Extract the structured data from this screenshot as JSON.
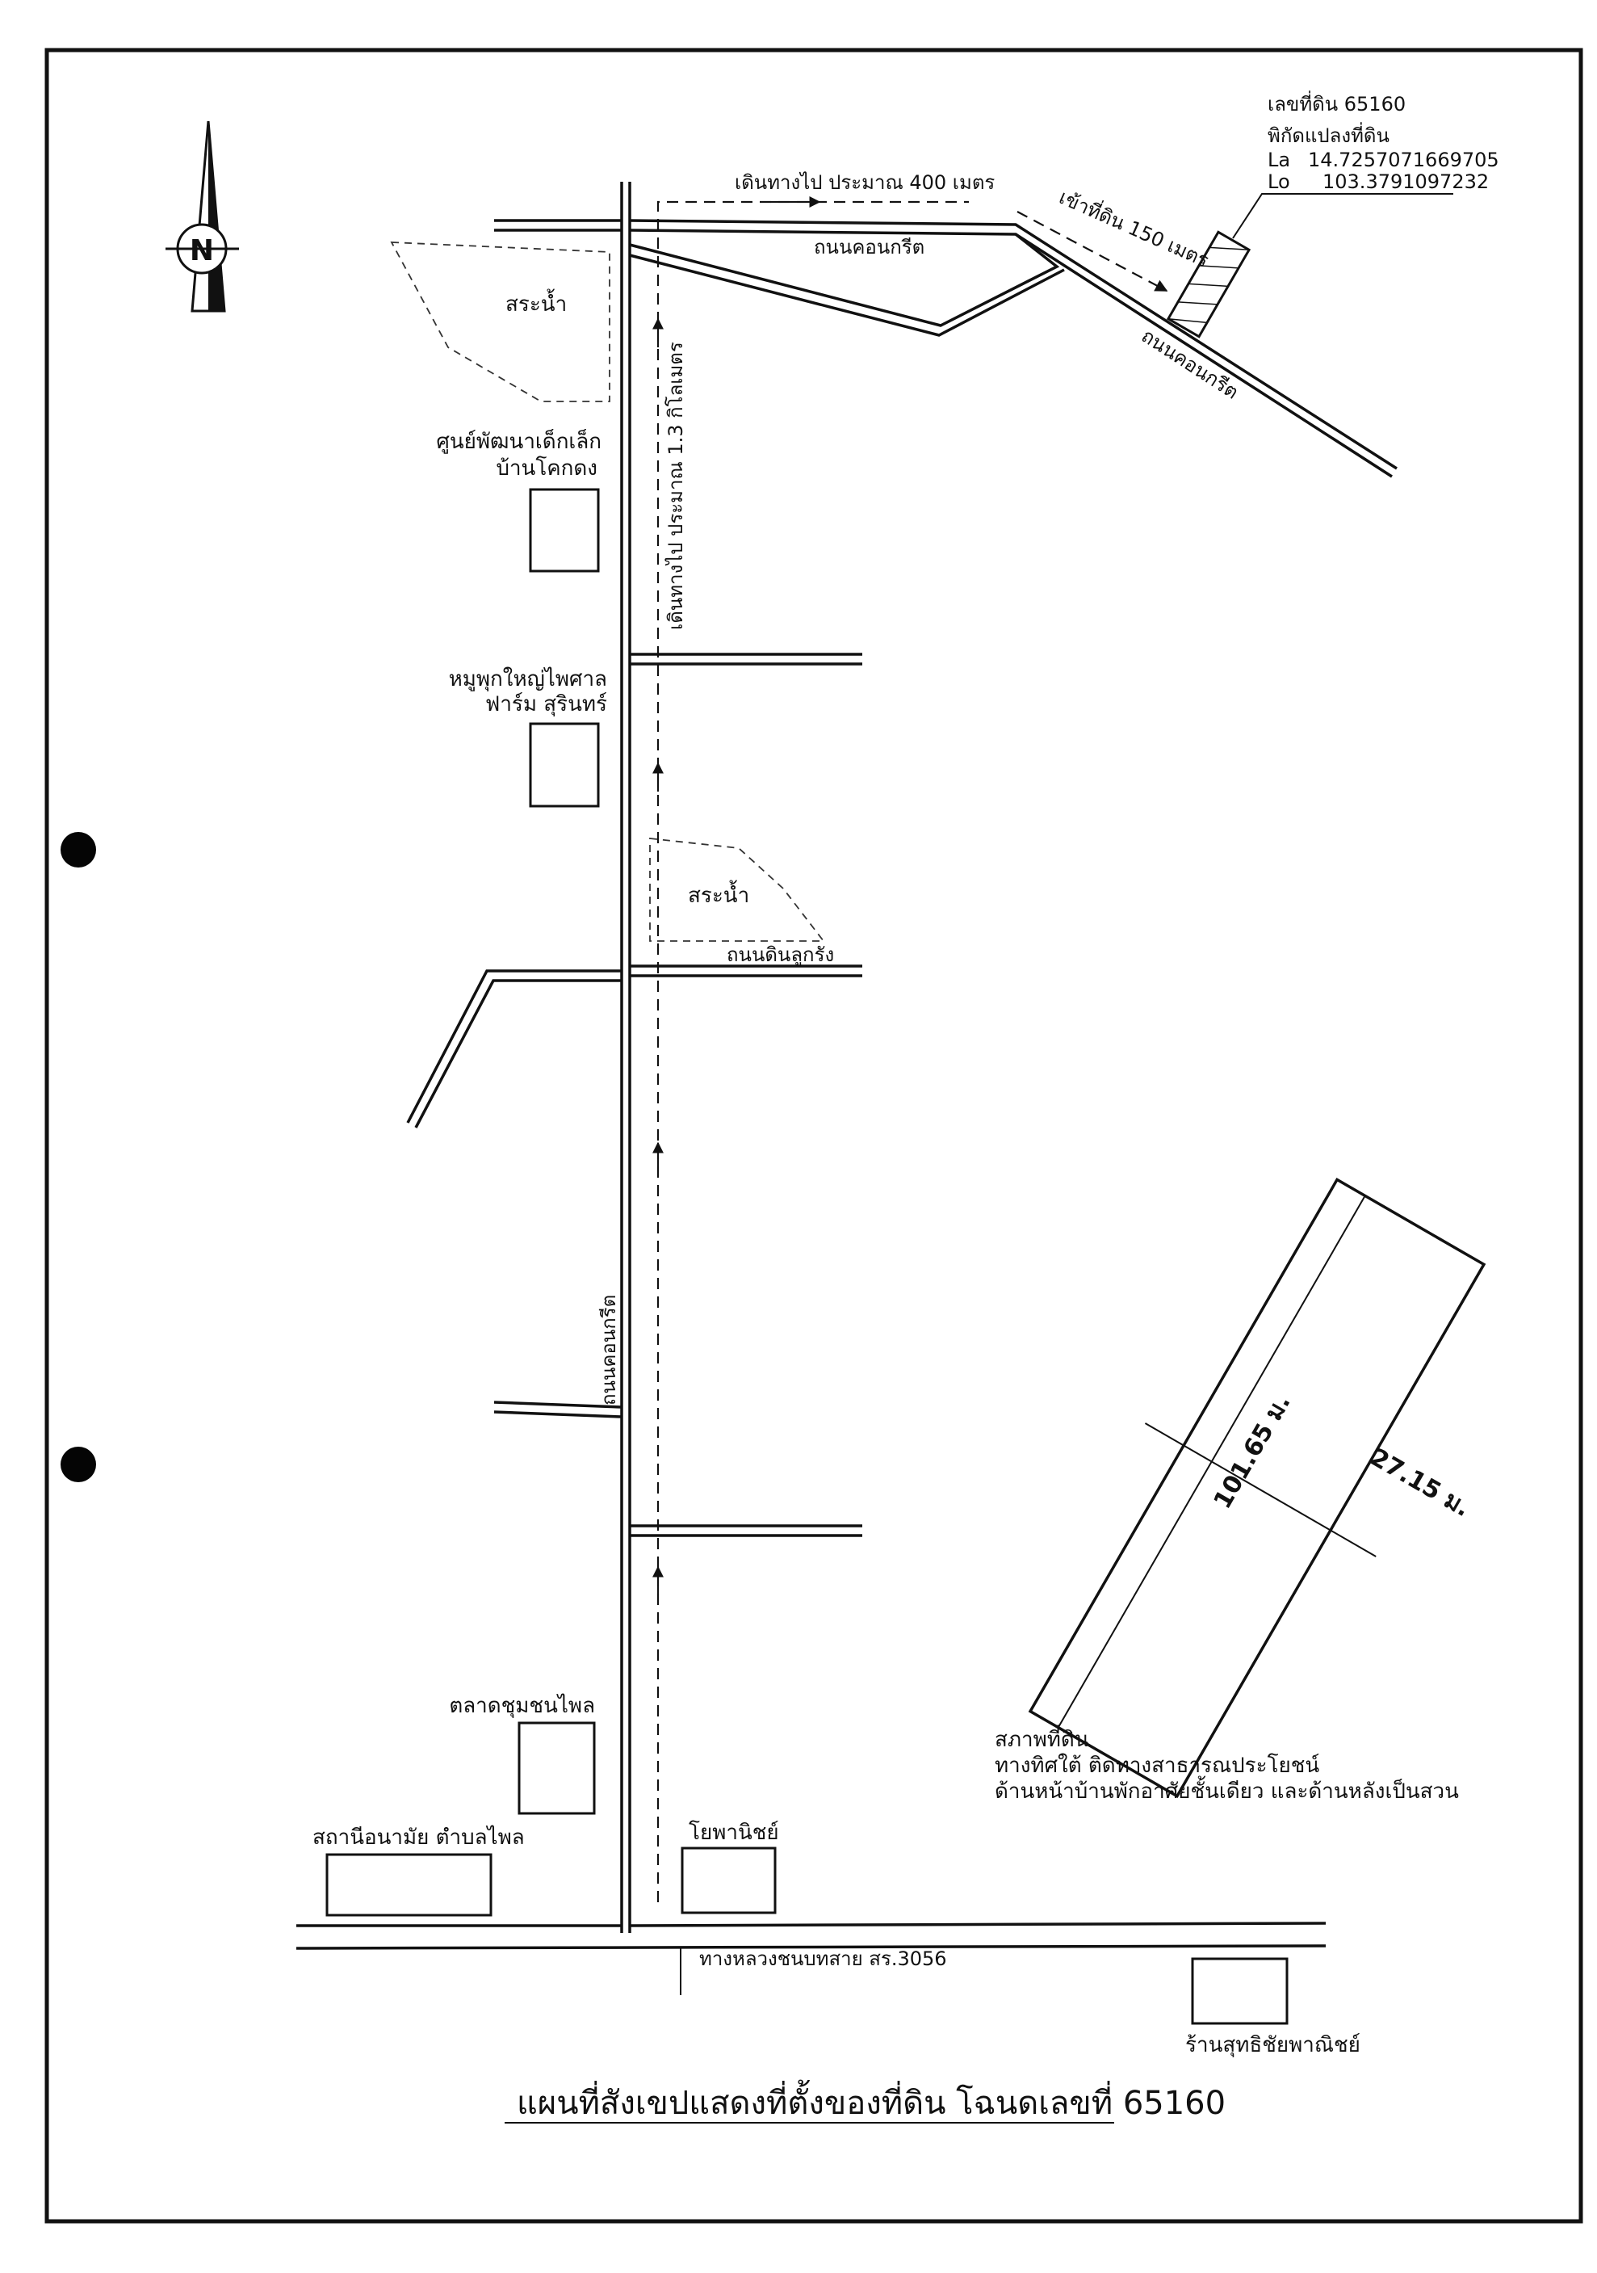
{
  "map_title": "แผนที่สังเขปแสดงที่ตั้งของที่ดิน โฉนดเลขที่ 65160",
  "compass": {
    "letter": "N"
  },
  "parcel_info": {
    "parcel_no": "เลขที่ดิน 65160",
    "coords_heading": "พิกัดแปลงที่ดิน",
    "lat_label": "La",
    "lat_value": "14.7257071669705",
    "lon_label": "Lo",
    "lon_value": "103.3791097232"
  },
  "directions": {
    "top_road": "เดินทางไป ประมาณ 400 เมตร",
    "main_road": "เดินทางไป ประมาณ 1.3 กิโลเมตร",
    "to_land": "เข้าที่ดิน 150 เมตร"
  },
  "roads": {
    "concrete_top": "ถนนคอนกรีต",
    "concrete_diag": "ถนนคอนกรีต",
    "concrete_main": "ถนนคอนกรีต",
    "laterite": "ถนนดินลูกรัง",
    "highway": "ทางหลวงชนบทสาย สร.3056"
  },
  "landmarks": {
    "pond_top": "สระน้ำ",
    "pond_mid": "สระน้ำ",
    "childcare_line1": "ศูนย์พัฒนาเด็กเล็ก",
    "childcare_line2": "บ้านโคกดง",
    "pigfarm_line1": "หมูพุกใหญ่ไพศาล",
    "pigfarm_line2": "ฟาร์ม สุรินทร์",
    "market": "ตลาดชุมชนไพล",
    "health_station": "สถานีอนามัย ตำบลไพล",
    "yopanich": "โยพานิชย์",
    "sutthichai": "ร้านสุทธิชัยพาณิชย์"
  },
  "parcel_dims": {
    "length": "101.65 ม.",
    "width": "27.15 ม."
  },
  "land_condition": {
    "heading": "สภาพที่ดิน",
    "line1": "ทางทิศใต้ ติดทางสาธารณประโยชน์",
    "line2": "ด้านหน้าบ้านพักอาศัยชั้นเดียว และด้านหลังเป็นสวน"
  }
}
